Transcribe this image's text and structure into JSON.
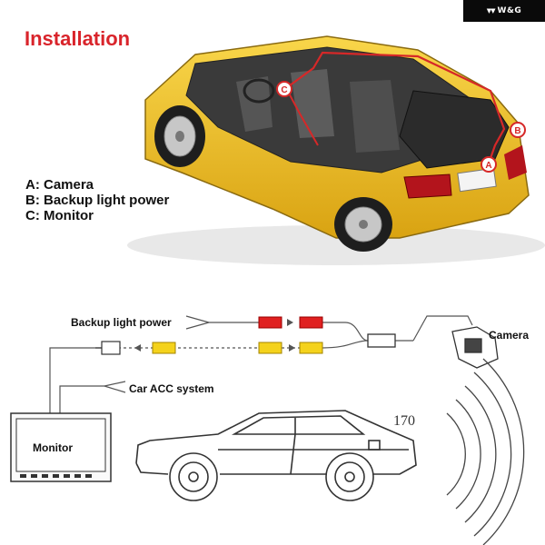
{
  "brand": {
    "text": "W&G"
  },
  "title": "Installation",
  "legend": [
    {
      "letter": "A",
      "text": "A: Camera"
    },
    {
      "letter": "B",
      "text": "B: Backup light power"
    },
    {
      "letter": "C",
      "text": "C: Monitor"
    }
  ],
  "markers": {
    "a": "A",
    "b": "B",
    "c": "C"
  },
  "wiring": {
    "backup_power": "Backup light power",
    "camera": "Camera",
    "acc": "Car ACC system",
    "monitor": "Monitor",
    "angle": "170"
  },
  "colors": {
    "title": "#d9242b",
    "car_body": "#f2c22a",
    "wire_route": "#d62828",
    "rca_red": "#e02020",
    "rca_yellow": "#f4d21c"
  }
}
